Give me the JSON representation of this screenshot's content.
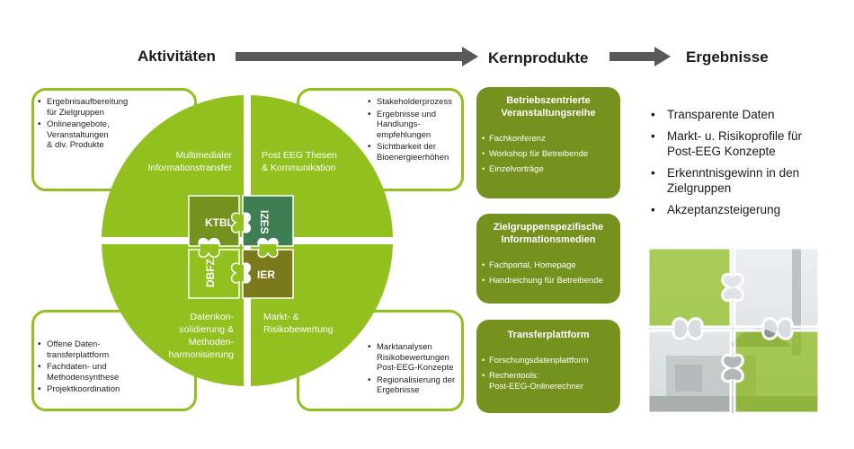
{
  "headers": {
    "aktivitaeten": "Aktivitäten",
    "kernprodukte": "Kernprodukte",
    "ergebnisse": "Ergebnisse"
  },
  "colors": {
    "light_green": "#92c01f",
    "dark_green": "#76921e",
    "olive": "#7a7a1c",
    "teal_green": "#3f7d52",
    "arrow_gray": "#595959"
  },
  "quadrants": {
    "top_left": "Multimedialer\nInformationstransfer",
    "top_right": "Post EEG Thesen\n& Kommunikation",
    "bottom_left": "Datenkon-\nsolidierung &\nMethoden-\nharmonisierung",
    "bottom_right": "Markt-  &\nRisikobewertung"
  },
  "puzzle": {
    "ktbl": "KTBL",
    "izes": "IZES",
    "dbfz": "DBFZ",
    "ier": "IER"
  },
  "corner_boxes": {
    "top_left": [
      "Ergebnisaufbereitung\nfür Zielgruppen",
      "Onlineangebote,\nVeranstaltungen\n& div. Produkte"
    ],
    "top_right": [
      "Stakeholderprozess",
      "Ergebnisse und\nHandlungs-\nempfehlungen",
      "Sichtbarkeit der\nBioenergieerhöhen"
    ],
    "bottom_left": [
      "Offene Daten-\ntransferplattform",
      "Fachdaten- und\nMethodensynthese",
      "Projektkoordination"
    ],
    "bottom_right": [
      "Marktanalysen\nRisikobewertungen\nPost-EEG-Konzepte",
      "Regionalisierung der\nErgebnisse"
    ]
  },
  "kernprodukte": [
    {
      "title": "Betriebszentrierte\nVeranstaltungsreihe",
      "items": [
        "Fachkonferenz",
        "Workshop für Betreibende",
        "Einzelvorträge"
      ]
    },
    {
      "title": "Zielgruppenspezifische\nInformationsmedien",
      "items": [
        "Fachportal, Homepage",
        "Handreichung für Betreibende"
      ]
    },
    {
      "title": "Transferplattform",
      "items": [
        "Forschungsdatenplattform",
        "Rechentools:\nPost-EEG-Onlinerechner"
      ]
    }
  ],
  "ergebnisse": [
    "Transparente Daten",
    "Markt- u. Risikoprofile für\nPost-EEG Konzepte",
    "Erkenntnisgewinn in den\nZielgruppen",
    "Akzeptanzsteigerung"
  ],
  "photo": {
    "icon": "puzzle-photo-icon"
  }
}
